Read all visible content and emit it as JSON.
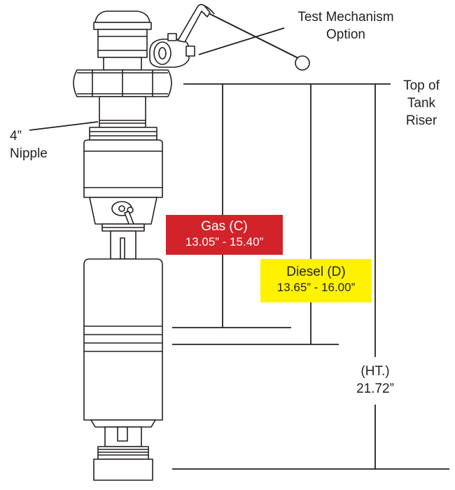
{
  "labels": {
    "test_mechanism_line1": "Test Mechanism",
    "test_mechanism_line2": "Option",
    "top_line1": "Top of",
    "top_line2": "Tank",
    "top_line3": "Riser",
    "nipple_line1": "4”",
    "nipple_line2": "Nipple"
  },
  "gas": {
    "title": "Gas (C)",
    "range": "13.05” - 15.40”",
    "color": "#d2232a",
    "text_color": "#ffffff"
  },
  "diesel": {
    "title": "Diesel (D)",
    "range": "13.65” - 16.00”",
    "color": "#fff200",
    "text_color": "#231f20"
  },
  "height": {
    "label": "(HT.)",
    "value": "21.72”"
  }
}
